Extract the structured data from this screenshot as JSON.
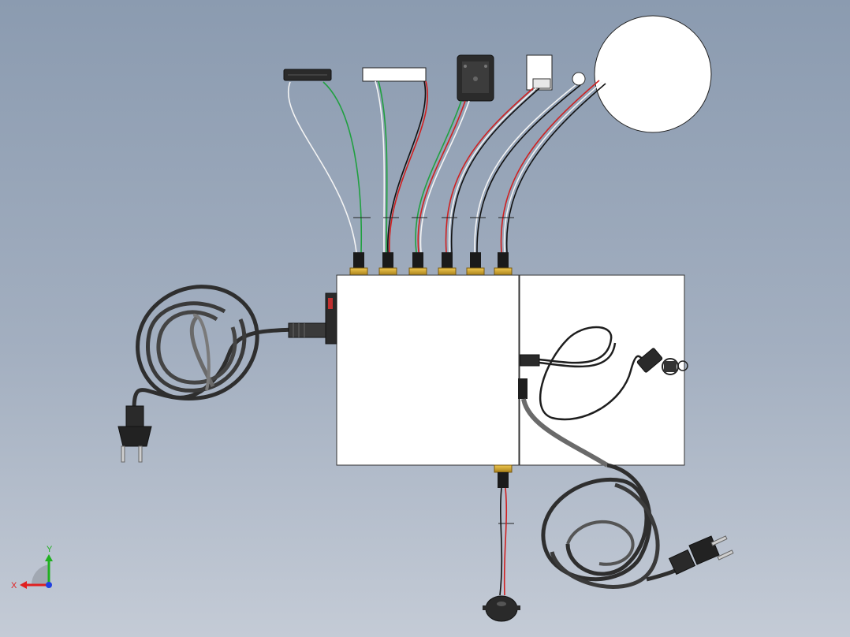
{
  "triad": {
    "x_label": "X",
    "y_label": "Y",
    "x_color": "#e02020",
    "y_color": "#20b020",
    "z_color": "#2040e0"
  },
  "palette": {
    "background_top": "#8b9bb0",
    "background_bottom": "#c4cbd6",
    "enclosure_fill": "#ffffff",
    "cable_dark": "#2e2e2e",
    "cable_gray": "#6a6a6a",
    "connector_brass": "#d4a52a",
    "wire_red": "#d02020",
    "wire_green": "#20a040",
    "wire_white": "#f4f4f4",
    "wire_black": "#111111"
  },
  "components": [
    {
      "name": "magnetic-reed-sensor"
    },
    {
      "name": "white-strip-sensor"
    },
    {
      "name": "pcb-module"
    },
    {
      "name": "small-connector-module"
    },
    {
      "name": "led-indicator"
    },
    {
      "name": "round-disk-sensor"
    },
    {
      "name": "buzzer"
    },
    {
      "name": "power-plug-left"
    },
    {
      "name": "power-plug-right"
    },
    {
      "name": "usb-connector"
    }
  ]
}
